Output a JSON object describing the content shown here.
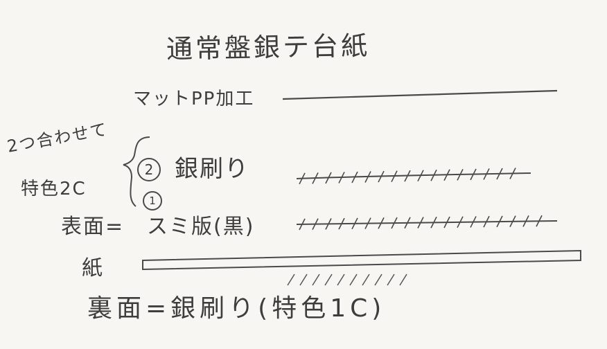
{
  "title": "通常盤銀テ台紙",
  "layers": {
    "matte_pp": "マットPP加工",
    "silver_print": "銀刷り",
    "silver_number": "2",
    "sumi_plate": "スミ版(黒)",
    "sumi_number": "1",
    "front_label": "表面=",
    "paper": "紙",
    "back": "裏面=銀刷り(特色1C)"
  },
  "note": {
    "line1": "2つ合わせて",
    "line2": "特色2C"
  }
}
